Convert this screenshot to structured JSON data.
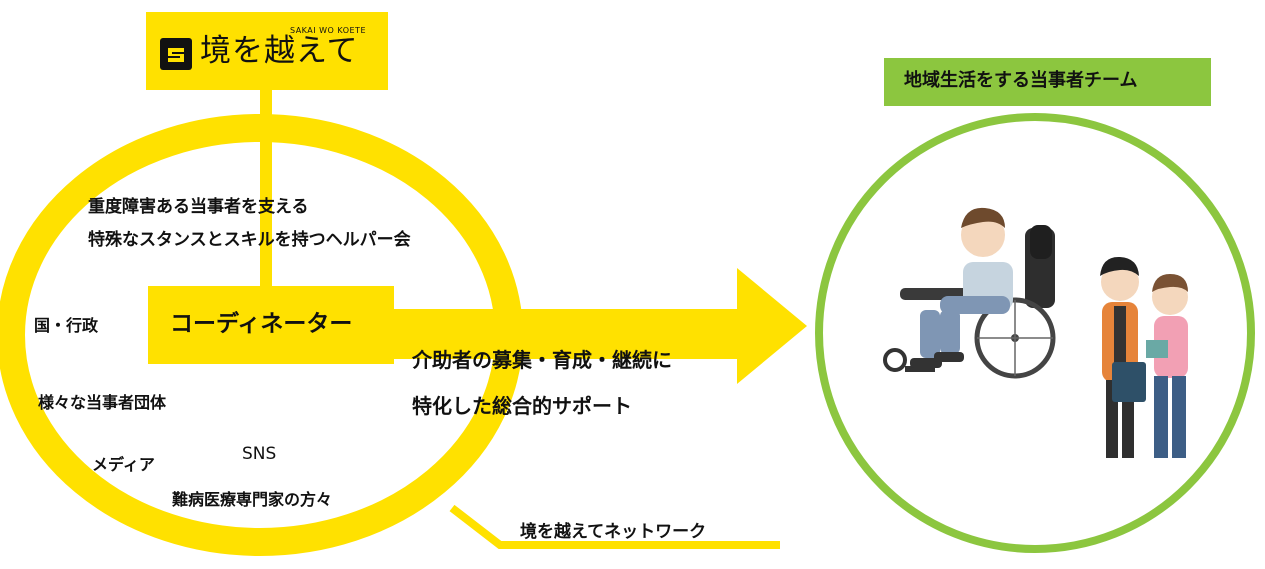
{
  "logo": {
    "romaji": "SAKAI WO KOETE",
    "title": "境を越えて",
    "mark_icon": "s-logo-icon"
  },
  "network": {
    "helper_line1": "重度障害ある当事者を支える",
    "helper_line2": "特殊なスタンスとスキルを持つヘルパー会",
    "coordinator": "コーディネーター",
    "government": "国・行政",
    "groups": "様々な当事者団体",
    "media": "メディア",
    "sns": "SNS",
    "experts": "難病医療専門家の方々",
    "network_label": "境を越えてネットワーク"
  },
  "support": {
    "line1": "介助者の募集・育成・継続に",
    "line2": "特化した総合的サポート"
  },
  "team": {
    "label": "地域生活をする当事者チーム",
    "illustration": "wheelchair-user-with-helpers-illustration"
  },
  "colors": {
    "yellow": "#ffe100",
    "green": "#8cc63f"
  }
}
